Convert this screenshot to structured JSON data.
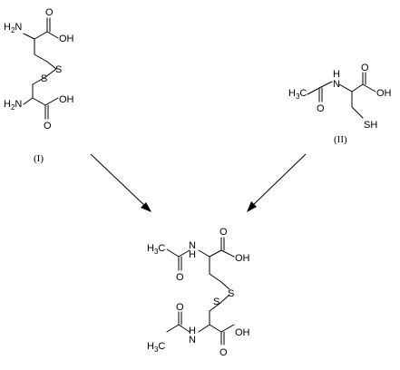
{
  "molecules": {
    "cystine": {
      "label": "(I)",
      "top": {
        "amine": "H2N",
        "acid": "OH",
        "carbonyl": "O"
      },
      "bridge": {
        "s1": "S",
        "s2": "S"
      },
      "bottom": {
        "amine": "H2N",
        "acid": "OH",
        "carbonyl": "O"
      }
    },
    "nac": {
      "label": "(II)",
      "methyl": "H3C",
      "nitrogen": "N",
      "hydrogen": "H",
      "amide_o": "O",
      "acid": "OH",
      "acid_o": "O",
      "thiol": "SH"
    },
    "product": {
      "top": {
        "methyl": "H3C",
        "nitrogen": "N",
        "hydrogen": "H",
        "amide_o": "O",
        "acid": "OH",
        "acid_o": "O"
      },
      "bridge": {
        "s1": "S",
        "s2": "S"
      },
      "bottom": {
        "methyl": "H3C",
        "nitrogen": "N",
        "hydrogen": "H",
        "amide_o": "O",
        "acid": "OH",
        "acid_o": "O"
      }
    }
  }
}
